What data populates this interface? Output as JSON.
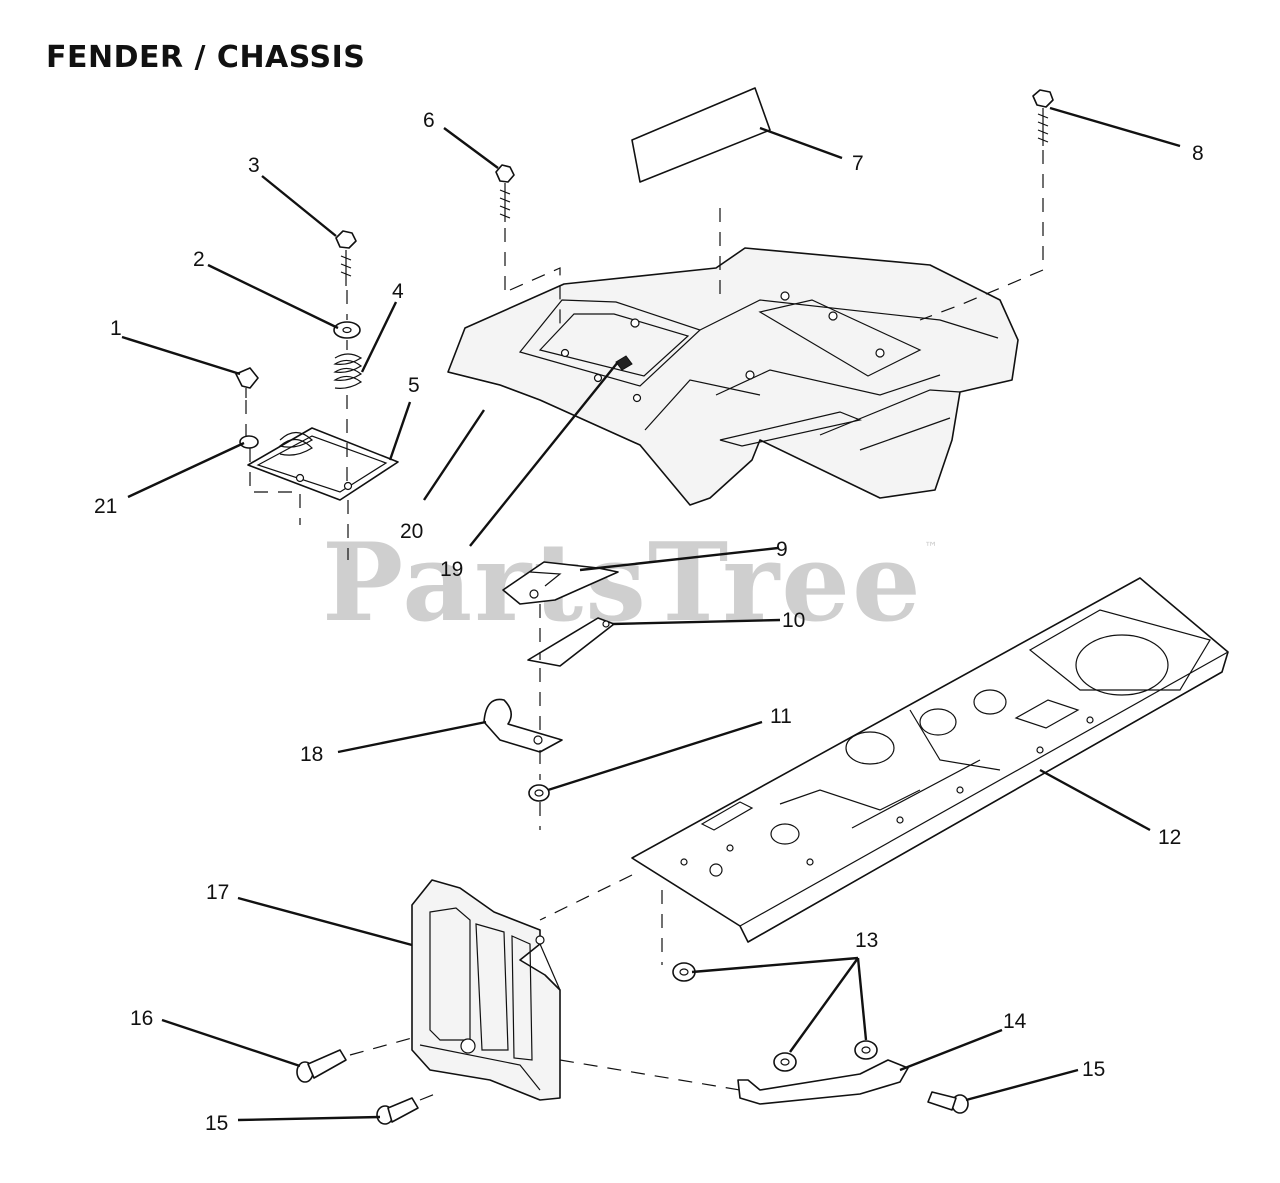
{
  "title": "FENDER / CHASSIS",
  "watermark": {
    "text": "PartsTree",
    "mark": "™"
  },
  "callouts": [
    "1",
    "2",
    "3",
    "4",
    "5",
    "6",
    "7",
    "8",
    "9",
    "10",
    "11",
    "12",
    "13",
    "14",
    "15",
    "15",
    "16",
    "17",
    "18",
    "19",
    "20",
    "21"
  ],
  "colors": {
    "ink": "#111111",
    "watermark": "#cfcfcf",
    "background": "#ffffff"
  }
}
